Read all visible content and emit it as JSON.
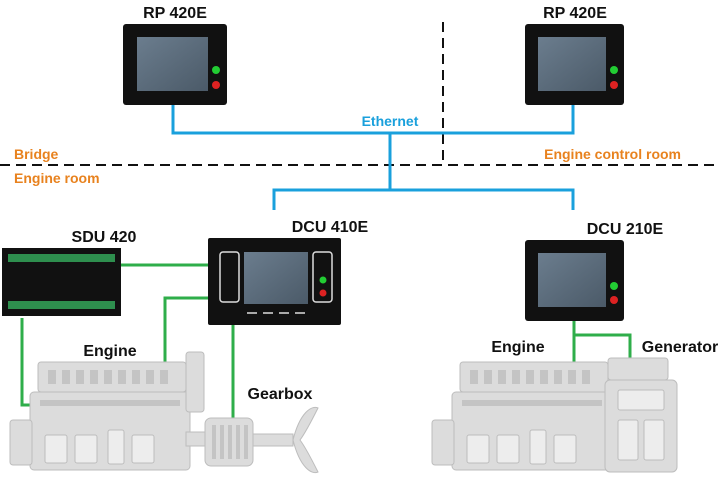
{
  "labels": {
    "rp_left": "RP 420E",
    "rp_right": "RP 420E",
    "ethernet": "Ethernet",
    "bridge": "Bridge",
    "engine_room": "Engine room",
    "engine_control_room": "Engine control room",
    "sdu": "SDU 420",
    "dcu_410": "DCU 410E",
    "dcu_210": "DCU 210E",
    "engine_left": "Engine",
    "engine_right": "Engine",
    "gearbox": "Gearbox",
    "generator": "Generator"
  },
  "colors": {
    "ethernet": "#1aa0dc",
    "signal": "#2fae4a",
    "zone_text": "#e8821e",
    "device_body": "#111111",
    "screen": "#5b6b7a",
    "led_green": "#22cc33",
    "led_red": "#dd2222",
    "machinery": "#dcdcdc"
  }
}
